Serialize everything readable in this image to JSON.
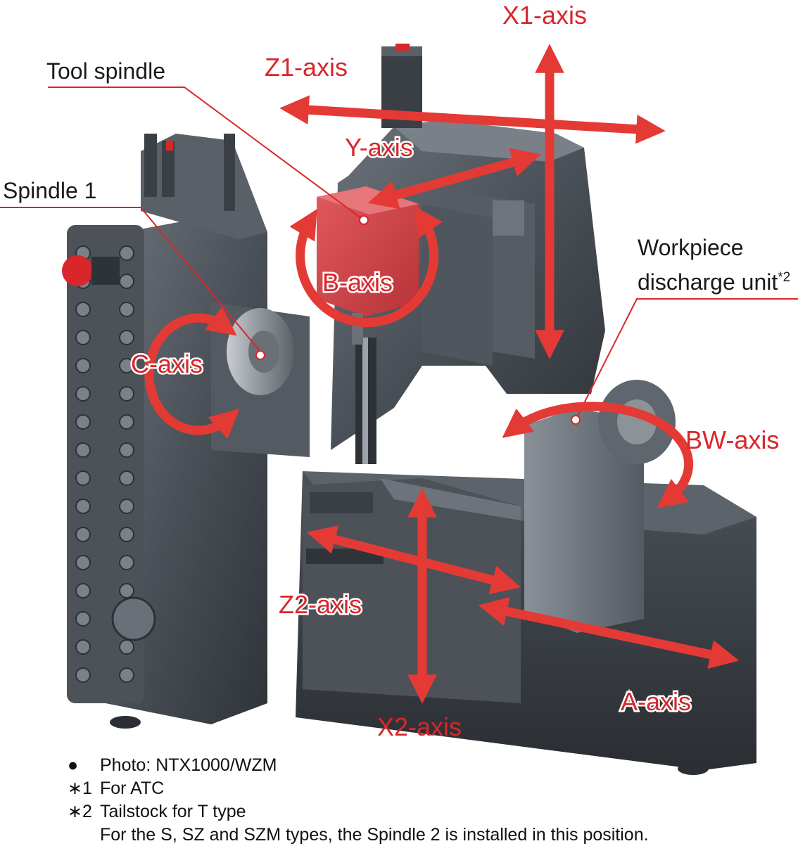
{
  "colors": {
    "accent_red": "#d9262b",
    "machine_dark": "#3e4349",
    "machine_mid": "#5a6067",
    "machine_light": "#7b8189",
    "spindle_head": "#cf4045"
  },
  "callouts": {
    "tool_spindle": "Tool spindle",
    "spindle_1": "Spindle 1",
    "workpiece_line1": "Workpiece",
    "workpiece_line2": "discharge unit",
    "workpiece_sup": "*2"
  },
  "axes": {
    "x1": "X1-axis",
    "z1": "Z1-axis",
    "y": "Y-axis",
    "b": "B-axis",
    "c": "C-axis",
    "bw": "BW-axis",
    "z2": "Z2-axis",
    "a": "A-axis",
    "x2": "X2-axis"
  },
  "notes": [
    {
      "mark": "●",
      "text": "Photo: NTX1000/WZM"
    },
    {
      "mark": "∗1",
      "text": "For ATC"
    },
    {
      "mark": "∗2",
      "text": "Tailstock for T type"
    }
  ],
  "note_continuation": "For the S, SZ and SZM types, the Spindle 2 is installed in this position."
}
